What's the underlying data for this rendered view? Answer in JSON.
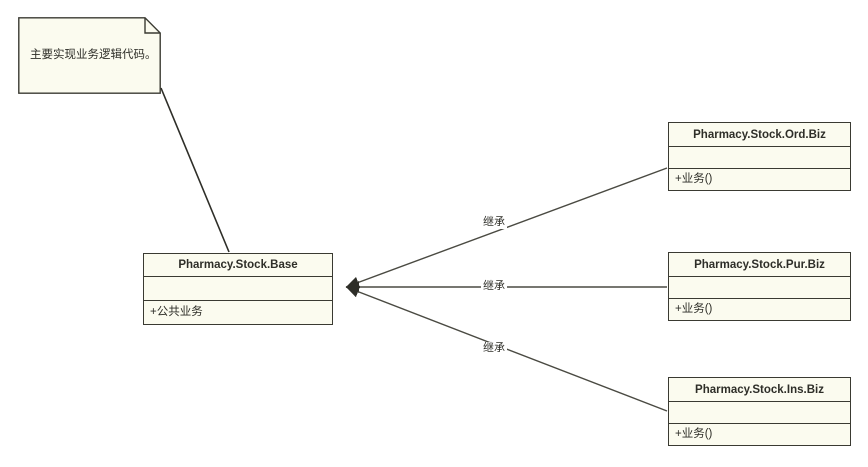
{
  "diagram": {
    "type": "uml-class-diagram",
    "background_color": "#ffffff",
    "box_fill_color": "#fbfbef",
    "line_color": "#3a3a32",
    "text_color": "#2e2e28"
  },
  "note": {
    "text": "主要实现业务逻辑代码。"
  },
  "classes": {
    "base": {
      "name": "Pharmacy.Stock.Base",
      "attributes": "",
      "operations": "+公共业务"
    },
    "ord": {
      "name": "Pharmacy.Stock.Ord.Biz",
      "attributes": "",
      "operations": "+业务()"
    },
    "pur": {
      "name": "Pharmacy.Stock.Pur.Biz",
      "attributes": "",
      "operations": "+业务()"
    },
    "ins": {
      "name": "Pharmacy.Stock.Ins.Biz",
      "attributes": "",
      "operations": "+业务()"
    }
  },
  "edges": {
    "ord_to_base": {
      "label": "继承"
    },
    "pur_to_base": {
      "label": "继承"
    },
    "ins_to_base": {
      "label": "继承"
    }
  }
}
